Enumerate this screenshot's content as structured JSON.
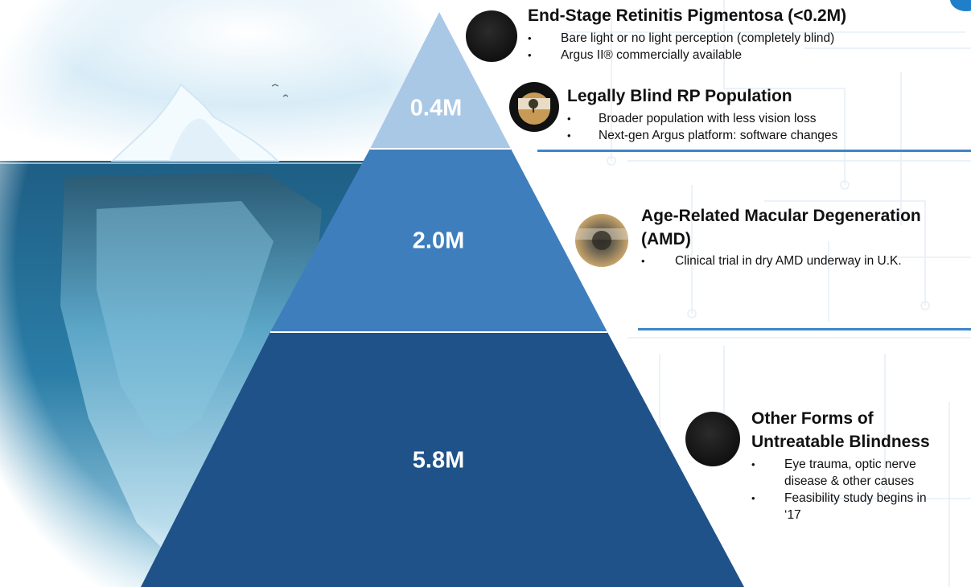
{
  "diagram": {
    "tiers": [
      {
        "value_label": "0.4M",
        "color": "#a9c8e6"
      },
      {
        "value_label": "2.0M",
        "color": "#3e7ebd"
      },
      {
        "value_label": "5.8M",
        "color": "#1f5289"
      }
    ],
    "blocks": [
      {
        "title": "End-Stage Retinitis Pigmentosa (<0.2M)",
        "bullets": [
          "Bare light or no light perception (completely blind)",
          "Argus II® commercially available"
        ],
        "icon": "dark-eye-icon"
      },
      {
        "title": "Legally Blind RP Population",
        "bullets": [
          "Broader population with less vision loss",
          "Next-gen Argus platform: software changes"
        ],
        "icon": "tunnel-vision-tree-icon"
      },
      {
        "title_lines": [
          "Age-Related Macular Degeneration",
          "(AMD)"
        ],
        "bullets": [
          "Clinical trial in dry AMD underway in U.K."
        ],
        "icon": "central-blur-tree-icon"
      },
      {
        "title_lines": [
          "Other Forms of",
          "Untreatable Blindness"
        ],
        "bullets": [
          [
            "Eye trauma, optic nerve",
            "disease & other causes"
          ],
          [
            "Feasibility study begins in",
            "‘17"
          ]
        ],
        "icon": "dark-eye-icon"
      }
    ],
    "accent_color": "#3d86c6"
  }
}
